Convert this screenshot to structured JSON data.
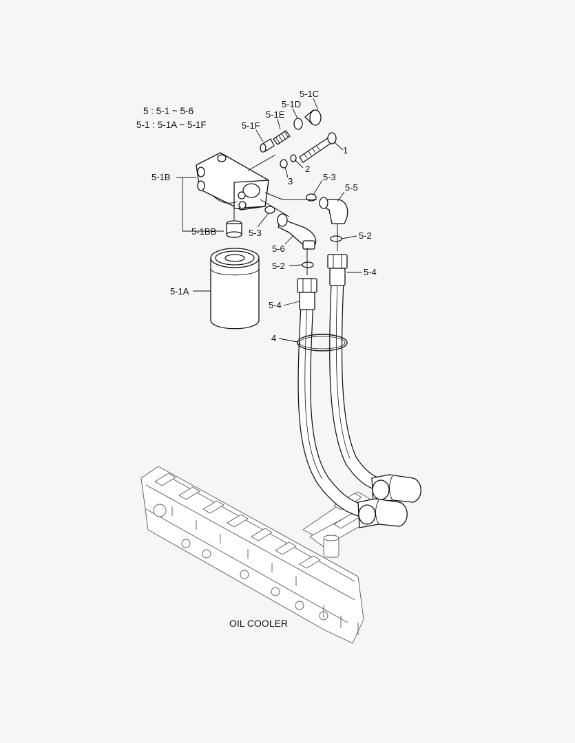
{
  "diagram": {
    "legend": [
      "5 : 5-1 ~ 5-6",
      "5-1 : 5-1A ~ 5-1F"
    ],
    "caption": "OIL COOLER",
    "callouts": {
      "p5_1C": "5-1C",
      "p5_1D": "5-1D",
      "p5_1E": "5-1E",
      "p5_1F": "5-1F",
      "p1": "1",
      "p2": "2",
      "p3": "3",
      "p5_3a": "5-3",
      "p5_5": "5-5",
      "p5_1B": "5-1B",
      "p5_3b": "5-3",
      "p5_1BB": "5-1BB",
      "p5_6": "5-6",
      "p5_2a": "5-2",
      "p5_2b": "5-2",
      "p5_4a": "5-4",
      "p5_1A": "5-1A",
      "p5_4b": "5-4",
      "p4": "4"
    }
  }
}
